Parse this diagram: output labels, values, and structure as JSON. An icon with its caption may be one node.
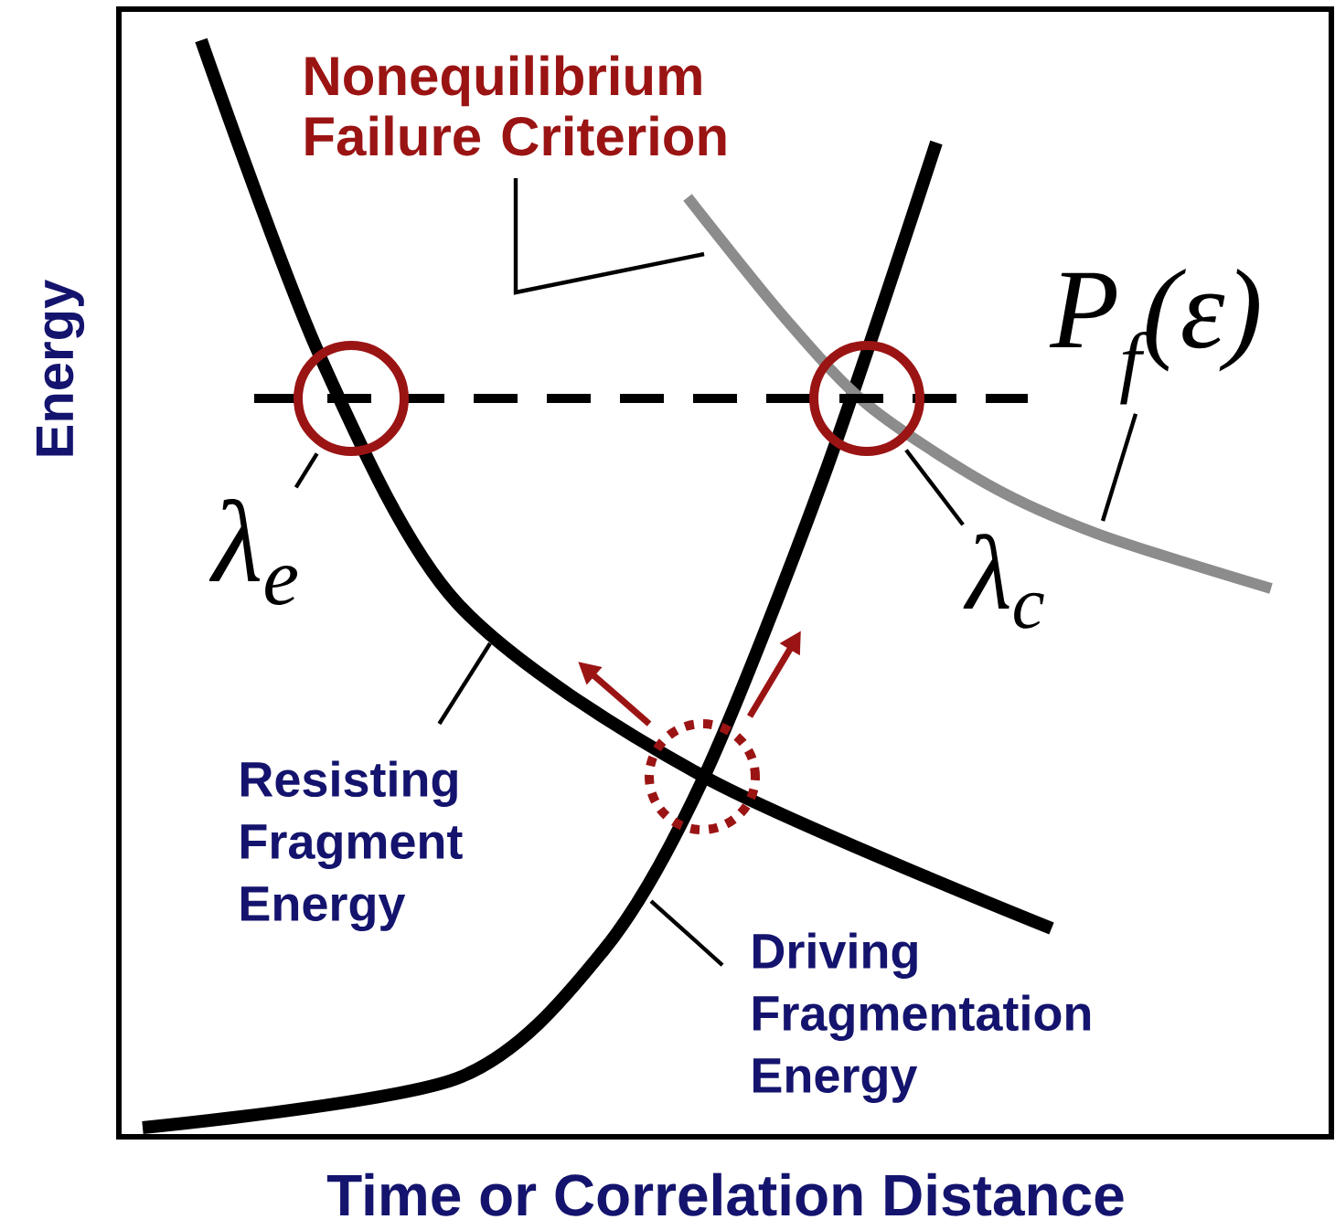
{
  "diagram": {
    "nodes": [
      {
        "text": [
          "Nonequilibrium Failure Criterion"
        ]
      },
      {
        "text": [
          "P$_{f}$(ε)"
        ]
      },
      {
        "text": [],
        "shape": "circle"
      },
      {
        "text": [],
        "shape": "circle"
      },
      {
        "text": [
          "λ$_{e}$"
        ]
      },
      {
        "text": [
          "λ$_{c}$"
        ]
      },
      {
        "text": [],
        "shape": "circle"
      },
      {
        "text": [
          "Resisting Fragment Energy"
        ]
      },
      {
        "text": [
          "Driving Fragmentation Energy"
        ]
      }
    ],
    "edges": [
      {
        "from": 0,
        "to": null,
        "arrow": "none"
      },
      {
        "from": 1,
        "to": null,
        "arrow": "none"
      },
      {
        "from": 4,
        "to": 2,
        "arrow": "none"
      },
      {
        "from": 5,
        "to": 3,
        "arrow": "none"
      },
      {
        "from": 7,
        "to": null,
        "arrow": "none"
      },
      {
        "from": 8,
        "to": null,
        "arrow": "none"
      }
    ],
    "labels": [
      "Energy",
      "Time or Correlation Distance"
    ]
  }
}
